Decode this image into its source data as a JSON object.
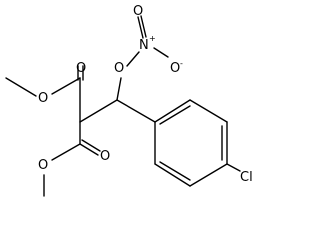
{
  "molecule": {
    "atoms": {
      "o_top_left": "O",
      "o_mid_left": "O",
      "o_lower_carbonyl": "O",
      "o_lower_ester": "O",
      "o_nitrate_ether": "O",
      "n_nitro": "N",
      "n_plus": "+",
      "o_nitro_top": "O",
      "o_nitro_right": "O",
      "o_minus": "-",
      "cl": "Cl"
    }
  }
}
